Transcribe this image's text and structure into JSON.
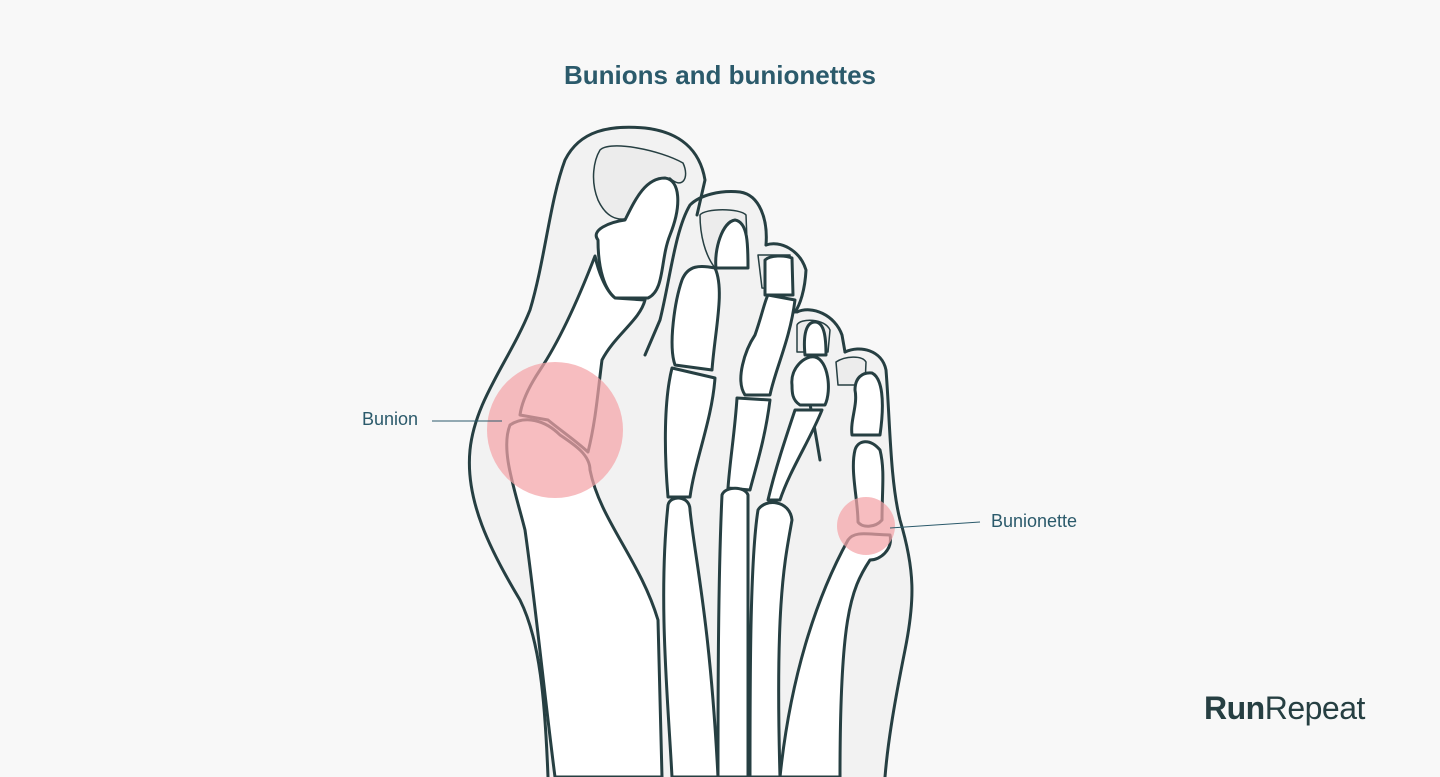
{
  "title": "Bunions and bunionettes",
  "labels": {
    "bunion": "Bunion",
    "bunionette": "Bunionette"
  },
  "logo": {
    "bold": "Run",
    "regular": "Repeat"
  },
  "colors": {
    "outline": "#263f42",
    "highlight": "#f4a3a8",
    "title": "#2b5a6b",
    "skin": "#f2f2f2",
    "nail": "#ececec"
  }
}
